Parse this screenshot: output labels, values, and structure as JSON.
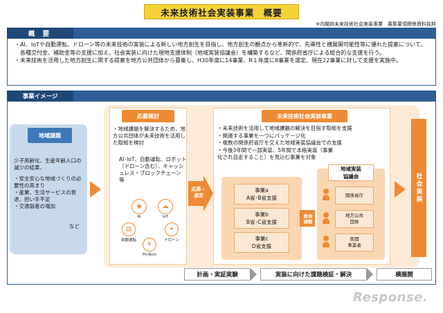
{
  "header": {
    "title": "未来技術社会実装事業　概要",
    "source": "※内閣府未来技術社会実装事業　募集要領関係資料抜粋"
  },
  "overview": {
    "label": "概 要",
    "bullets": [
      "・AI、IoTや自動運転、ドローン等の未来技術の実装による新しい地方創生を目指し、地方創生の観点から革新的で、先導性と横展開可能性等に優れた提案について、各種交付金、補助金等の支援に加え、社会実装に向けた現地支援体制（地域実装協議会）を構築するなど、関係府省庁による総合的な支援を行う。",
      "・未来技術を活用した地方創生に関する提案を地方公共団体から募集し、H30年度に14事業、R１年度に8事業を選定、現在22事業に対して支援を実施中。"
    ]
  },
  "image_section": {
    "label": "事業イメージ"
  },
  "regional_issues": {
    "label": "地域課題",
    "text1": "少子高齢化、生産年齢人口の減少の結果、",
    "items": [
      "・安全安心な地域づくりの必要性の高まり",
      "・産業、生活サービスの衰退、担い手不足",
      "・交通弱者の増加"
    ],
    "other": "など"
  },
  "proposal": {
    "label": "応募検討",
    "text": "・地域課題を解決するため、地方公共団体が未来技術を活用した取組を検討",
    "tech": "AI･IoT、自動運転、ロボット（ドローン含む）、キャッシュレス・ブロックチェーン 等",
    "icons": [
      {
        "icon": "brain-icon",
        "label": "AI"
      },
      {
        "icon": "cloud-icon",
        "label": "IoT"
      },
      {
        "icon": "car-icon",
        "label": "自動運転"
      },
      {
        "icon": "drone-icon",
        "label": "ドローン"
      },
      {
        "icon": "coin-icon",
        "label": "FinTech"
      }
    ]
  },
  "adoption": {
    "label": "応募・選定"
  },
  "project": {
    "label": "未来技術社会実装事業",
    "bullets": [
      "・未来技術を活用して地域課題の解決を目指す取組を支援",
      "・関連する事業を一つにパッケージ化",
      "・複数の関係府省庁を交えた地域実装協議会での支援",
      "・今後3年間で一部実装、5年間で本格実装（事業化され自走すること）を見込む事業を対象"
    ],
    "items": [
      {
        "line1": "事業a",
        "line2": "A省･B省支援"
      },
      {
        "line1": "事業b",
        "line2": "B省･C省支援"
      },
      {
        "line1": "事業c",
        "line2": "D省支援"
      }
    ],
    "coordination": "総合調整"
  },
  "council": {
    "label_line1": "地域実装",
    "label_line2": "協議会",
    "members": [
      {
        "line1": "関係省庁",
        "line2": ""
      },
      {
        "line1": "地方公共",
        "line2": "団体"
      },
      {
        "line1": "民間",
        "line2": "事業者"
      }
    ]
  },
  "deployment": {
    "label": "社会実装"
  },
  "stages": [
    "計画・実証実験",
    "実装に向けた課題検証・解決",
    "横展開"
  ],
  "watermark": "Response."
}
